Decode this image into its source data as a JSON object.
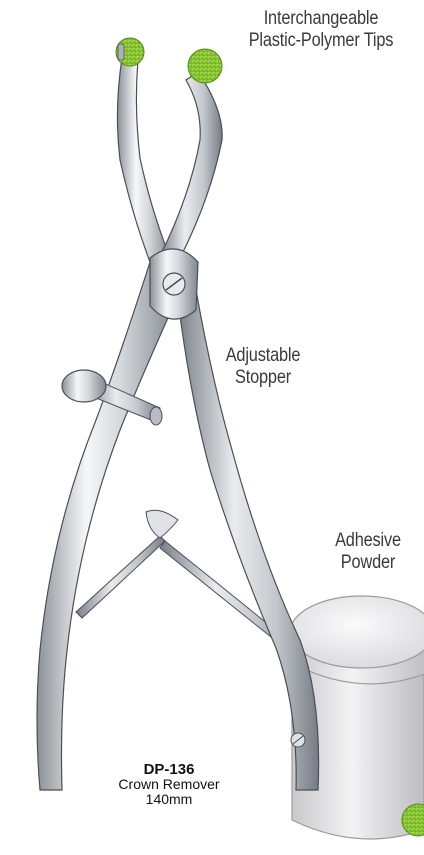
{
  "callouts": {
    "tips": {
      "line1": "Interchangeable",
      "line2": "Plastic-Polymer Tips"
    },
    "stopper": {
      "line1": "Adjustable",
      "line2": "Stopper"
    },
    "powder": {
      "line1": "Adhesive",
      "line2": "Powder"
    }
  },
  "product": {
    "code": "DP-136",
    "name": "Crown Remover",
    "size": "140mm"
  },
  "colors": {
    "steel_light": "#f4f5f7",
    "steel_mid": "#c9ccd1",
    "steel_dark": "#7d838b",
    "outline": "#4a4f56",
    "tip_green": "#8ccf2a",
    "powder_jar": "#e6e6e8"
  }
}
